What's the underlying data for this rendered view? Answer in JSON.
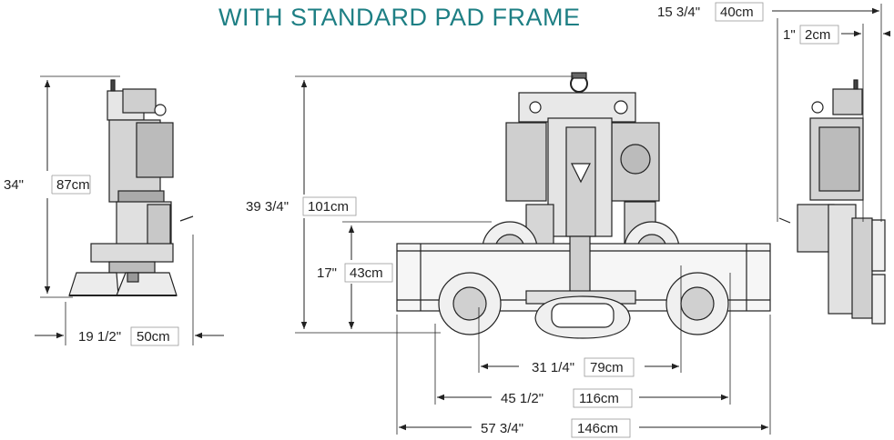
{
  "title": "WITH STANDARD PAD FRAME",
  "side_view_left": {
    "height": {
      "imperial": "34\"",
      "metric": "87cm"
    },
    "width": {
      "imperial": "19 1/2\"",
      "metric": "50cm"
    }
  },
  "front_view": {
    "overall_height": {
      "imperial": "39 3/4\"",
      "metric": "101cm"
    },
    "frame_height": {
      "imperial": "17\"",
      "metric": "43cm"
    },
    "inner_pad_span": {
      "imperial": "31 1/4\"",
      "metric": "79cm"
    },
    "outer_pad_span": {
      "imperial": "45 1/2\"",
      "metric": "116cm"
    },
    "frame_length": {
      "imperial": "57 3/4\"",
      "metric": "146cm"
    }
  },
  "side_view_right": {
    "depth": {
      "imperial": "15 3/4\"",
      "metric": "40cm"
    },
    "pad_thickness": {
      "imperial": "1\"",
      "metric": "2cm"
    }
  },
  "colors": {
    "title": "#1e7f84",
    "line": "#222222",
    "metal": "#d9d9d9",
    "dark": "#333333"
  }
}
